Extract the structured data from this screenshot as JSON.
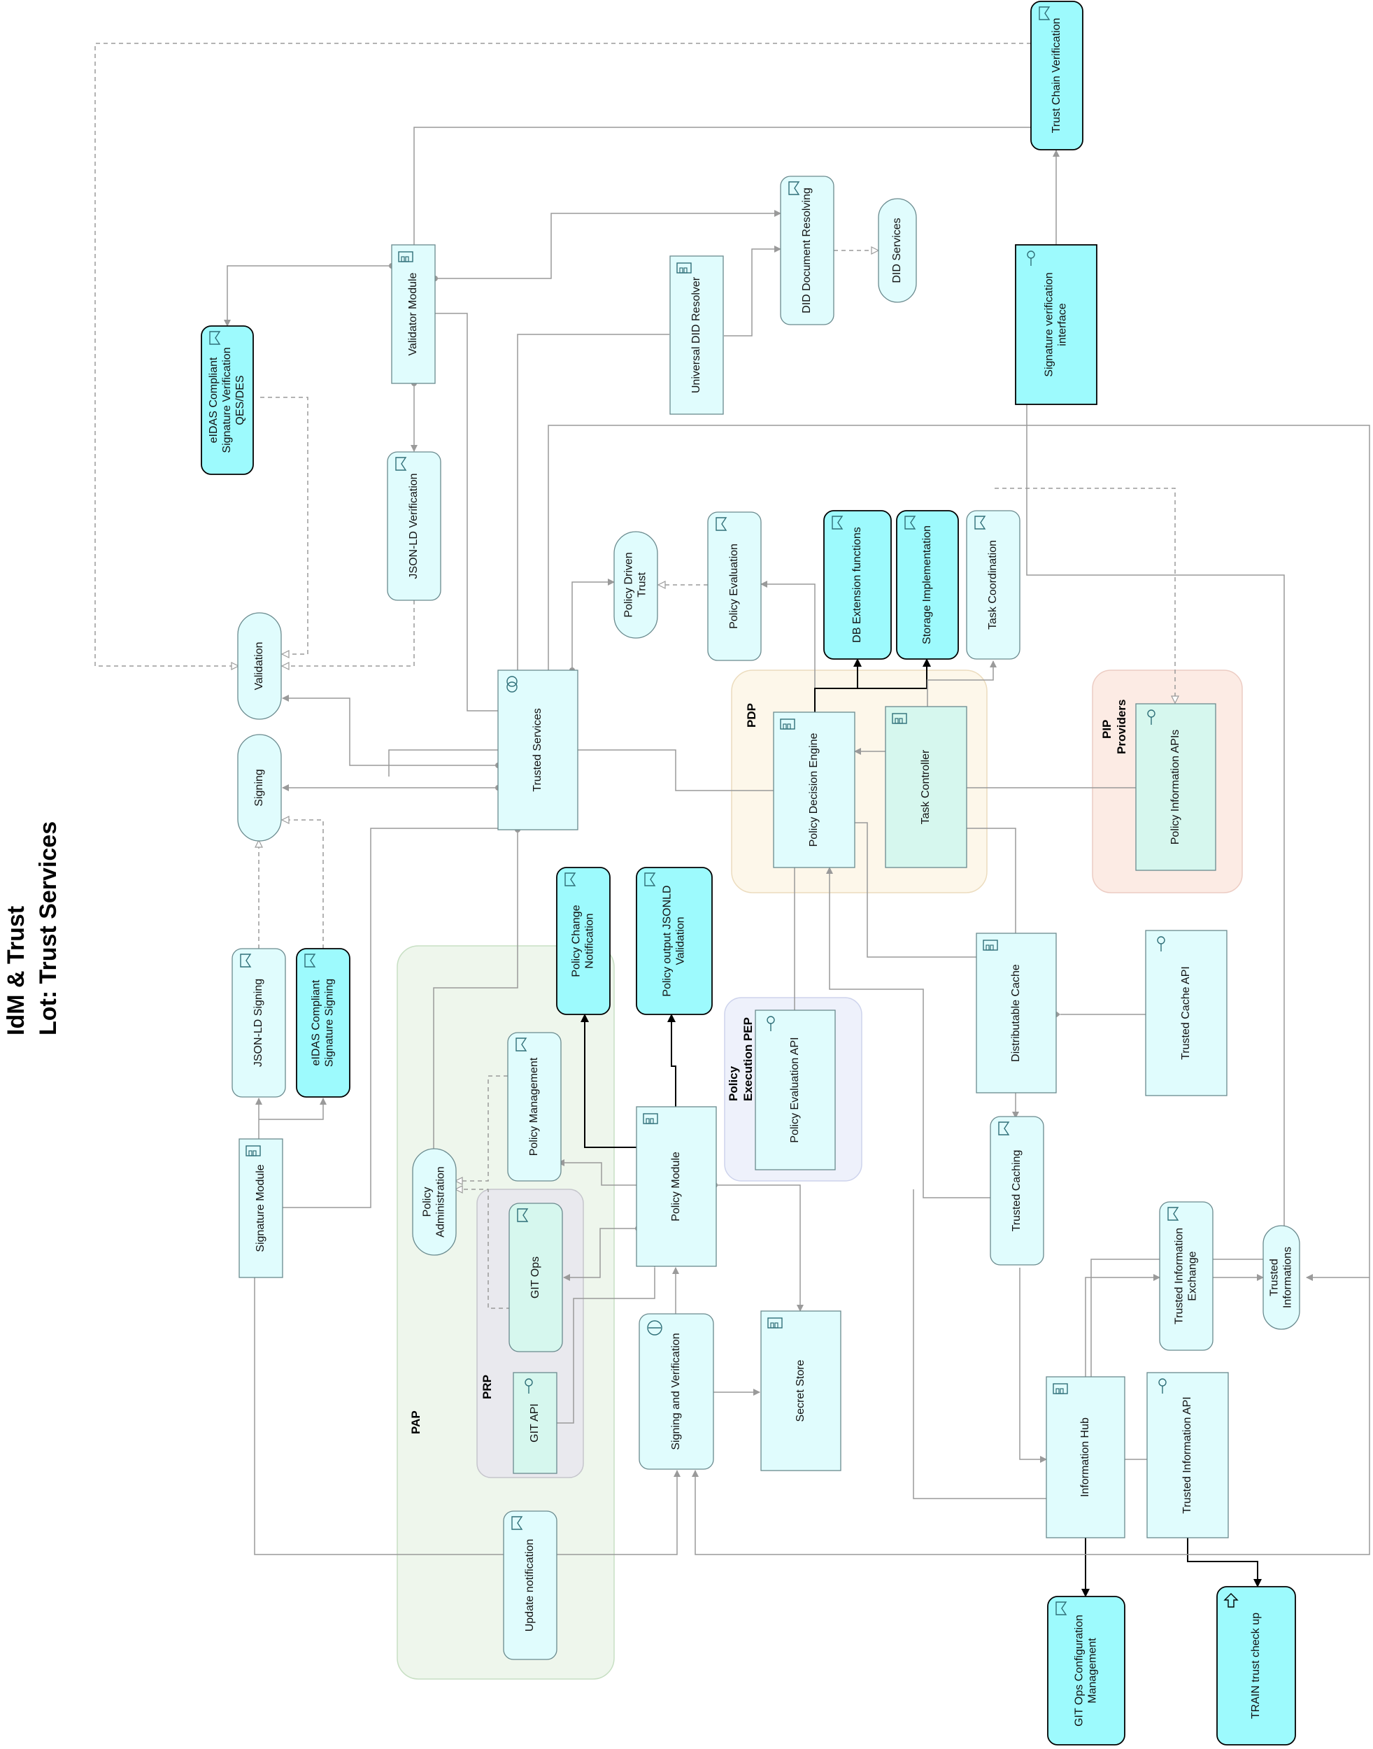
{
  "title": {
    "line1": "IdM & Trust",
    "line2": "Lot: Trust Services"
  },
  "colors": {
    "light": "#e0fcfd",
    "strong": "#9dfafd",
    "stroke": "#6a8a8e",
    "edge": "#9a9a9a",
    "thick_edge": "#000000"
  },
  "groups": {
    "pap": {
      "label": "PAP"
    },
    "prp": {
      "label": "PRP"
    },
    "pdp": {
      "label": "PDP"
    },
    "pep": {
      "line1": "Policy",
      "line2": "Execution PEP"
    },
    "pip": {
      "line1": "PIP",
      "line2": "Providers"
    }
  },
  "nodes": {
    "trust_chain_verification": {
      "lines": [
        "Trust Chain Verification"
      ],
      "icon": "function-icon"
    },
    "did_document_resolving": {
      "lines": [
        "DID Document Resolving"
      ],
      "icon": "function-icon"
    },
    "did_services": {
      "lines": [
        "DID Services"
      ],
      "icon": "service-icon"
    },
    "universal_did_resolver": {
      "lines": [
        "Universal DID Resolver"
      ],
      "icon": "component-icon"
    },
    "signature_verification_interface": {
      "lines": [
        "Signature verification",
        "interface"
      ],
      "icon": "interface-icon"
    },
    "validator_module": {
      "lines": [
        "Validator Module"
      ],
      "icon": "component-icon"
    },
    "eidas_signature_verification": {
      "lines": [
        "eIDAS Compliant",
        "Signature Verification",
        "QES/DES"
      ],
      "icon": "function-icon"
    },
    "jsonld_verification": {
      "lines": [
        "JSON-LD Verification"
      ],
      "icon": "function-icon"
    },
    "validation": {
      "lines": [
        "Validation"
      ],
      "icon": "service-icon"
    },
    "signing": {
      "lines": [
        "Signing"
      ],
      "icon": "service-icon"
    },
    "policy_driven_trust": {
      "lines": [
        "Policy Driven",
        "Trust"
      ],
      "icon": "service-icon"
    },
    "policy_evaluation": {
      "lines": [
        "Policy Evaluation"
      ],
      "icon": "function-icon"
    },
    "db_extension_functions": {
      "lines": [
        "DB Extension functions"
      ],
      "icon": "function-icon"
    },
    "storage_implementation": {
      "lines": [
        "Storage Implementation"
      ],
      "icon": "function-icon"
    },
    "task_coordination": {
      "lines": [
        "Task Coordination"
      ],
      "icon": "function-icon"
    },
    "trusted_services": {
      "lines": [
        "Trusted Services"
      ],
      "icon": "collaboration-icon"
    },
    "policy_decision_engine": {
      "lines": [
        "Policy Decision Engine"
      ],
      "icon": "component-icon"
    },
    "task_controller": {
      "lines": [
        "Task Controller"
      ],
      "icon": "component-icon"
    },
    "policy_information_apis": {
      "lines": [
        "Policy Information APIs"
      ],
      "icon": "interface-icon"
    },
    "policy_change_notification": {
      "lines": [
        "Policy Change",
        "Notification"
      ],
      "icon": "function-icon"
    },
    "policy_output_jsonld_validation": {
      "lines": [
        "Policy output JSONLD",
        "Validation"
      ],
      "icon": "function-icon"
    },
    "jsonld_signing": {
      "lines": [
        "JSON-LD Signing"
      ],
      "icon": "function-icon"
    },
    "eidas_signature_signing": {
      "lines": [
        "eIDAS Compliant",
        "Signature Signing"
      ],
      "icon": "function-icon"
    },
    "policy_management": {
      "lines": [
        "Policy Management"
      ],
      "icon": "function-icon"
    },
    "policy_evaluation_api": {
      "lines": [
        "Policy Evaluation API"
      ],
      "icon": "interface-icon"
    },
    "distributable_cache": {
      "lines": [
        "Distributable Cache"
      ],
      "icon": "component-icon"
    },
    "trusted_cache_api": {
      "lines": [
        "Trusted Cache API"
      ],
      "icon": "interface-icon"
    },
    "signature_module": {
      "lines": [
        "Signature Module"
      ],
      "icon": "component-icon"
    },
    "policy_administration": {
      "lines": [
        "Policy",
        "Administration"
      ],
      "icon": "service-icon"
    },
    "policy_module": {
      "lines": [
        "Policy Module"
      ],
      "icon": "component-icon"
    },
    "git_ops": {
      "lines": [
        "GIT Ops"
      ],
      "icon": "function-icon"
    },
    "trusted_caching": {
      "lines": [
        "Trusted Caching"
      ],
      "icon": "function-icon"
    },
    "trusted_information_exchange": {
      "lines": [
        "Trusted Information",
        "Exchange"
      ],
      "icon": "function-icon"
    },
    "trusted_informations": {
      "lines": [
        "Trusted",
        "Informations"
      ],
      "icon": "service-icon"
    },
    "signing_and_verification": {
      "lines": [
        "Signing and Verification"
      ],
      "icon": "process-icon"
    },
    "secret_store": {
      "lines": [
        "Secret Store"
      ],
      "icon": "component-icon"
    },
    "git_api": {
      "lines": [
        "GIT API"
      ],
      "icon": "interface-icon"
    },
    "information_hub": {
      "lines": [
        "Information Hub"
      ],
      "icon": "component-icon"
    },
    "trusted_information_api": {
      "lines": [
        "Trusted Information API"
      ],
      "icon": "interface-icon"
    },
    "update_notification": {
      "lines": [
        "Update notification"
      ],
      "icon": "function-icon"
    },
    "git_ops_configuration_management": {
      "lines": [
        "GIT Ops Configuration",
        "Management"
      ],
      "icon": "function-icon"
    },
    "train_trust_check_up": {
      "lines": [
        "TRAIN trust check up"
      ],
      "icon": "arrow-up-icon"
    }
  }
}
